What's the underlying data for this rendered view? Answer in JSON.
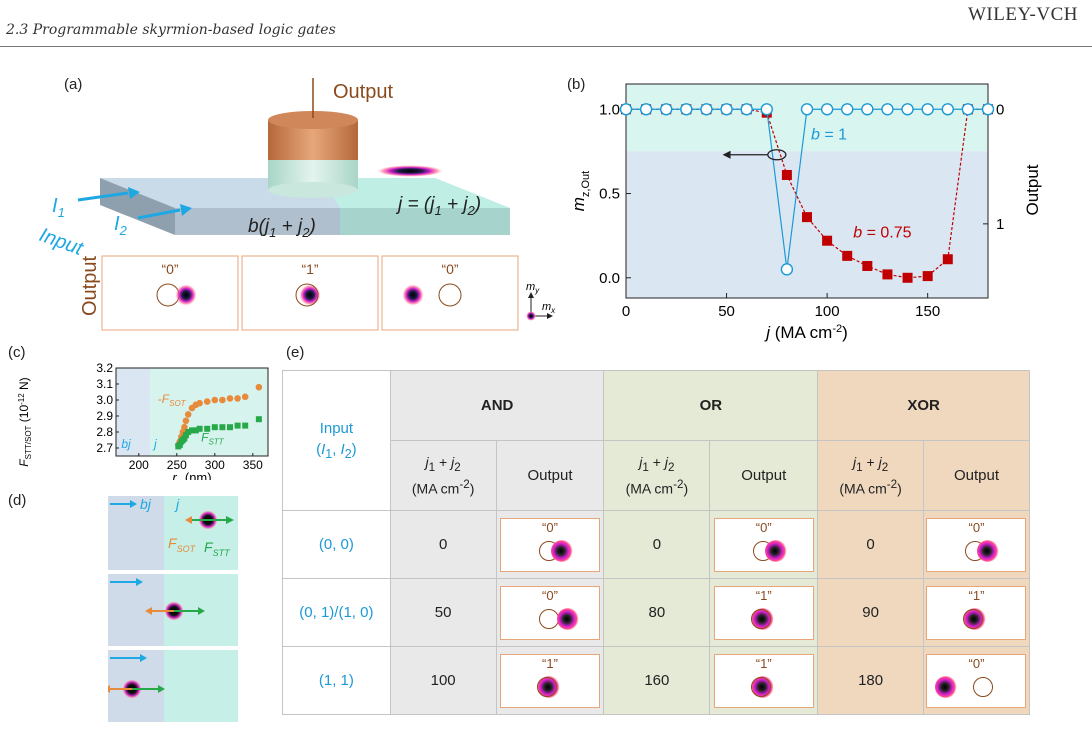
{
  "header": {
    "section": "2.3  Programmable skyrmion-based logic gates",
    "publisher": "WILEY-VCH"
  },
  "panel_a": {
    "label": "(a)",
    "output_top": "Output",
    "I1": "I",
    "I1_sub": "1",
    "I2": "I",
    "I2_sub": "2",
    "input": "Input",
    "b_region": "b(j",
    "j_region": "j = (j",
    "output_side": "Output",
    "states": [
      "“0”",
      "“1”",
      "“0”"
    ],
    "my": "m",
    "my_sub": "y",
    "mx": "m",
    "mx_sub": "x"
  },
  "panel_b": {
    "label": "(b)",
    "b1_label": "b = 1",
    "b075_label": "b = 0.75"
  },
  "panel_c": {
    "label": "(c)",
    "fsot": "-F",
    "fsot_sub": "SOT",
    "fstt": "F",
    "fstt_sub": "STT",
    "bj": "bj",
    "j": "j"
  },
  "panel_d": {
    "label": "(d)",
    "bj": "bj",
    "j": "j",
    "fsot": "F",
    "fsot_sub": "SOT",
    "fstt": "F",
    "fstt_sub": "STT"
  },
  "panel_e": {
    "label": "(e)",
    "input_header": "Input",
    "input_header2": "(I1, I2)",
    "gates": [
      "AND",
      "OR",
      "XOR"
    ],
    "sub_j": "j1 + j2",
    "sub_unit": "(MA cm-2)",
    "sub_output": "Output",
    "rows": [
      {
        "input": "(0, 0)",
        "and_j": "0",
        "and_out": "“0”",
        "or_j": "0",
        "or_out": "“0”",
        "xor_j": "0",
        "xor_out": "“0”"
      },
      {
        "input": "(0, 1)/(1, 0)",
        "and_j": "50",
        "and_out": "“0”",
        "or_j": "80",
        "or_out": "“1”",
        "xor_j": "90",
        "xor_out": "“1”"
      },
      {
        "input": "(1, 1)",
        "and_j": "100",
        "and_out": "“1”",
        "or_j": "160",
        "or_out": "“1”",
        "xor_j": "180",
        "xor_out": "“0”"
      }
    ]
  },
  "chart_data": [
    {
      "type": "line",
      "panel": "(b)",
      "xlabel": "j (MA cm-2)",
      "ylabel": "m z,Out",
      "ylabel_right": "Output",
      "xlim": [
        0,
        180
      ],
      "ylim": [
        -0.12,
        1.15
      ],
      "xticks": [
        0,
        50,
        100,
        150
      ],
      "yticks": [
        0.0,
        0.5,
        1.0
      ],
      "yticks_right": [
        "0",
        "1"
      ],
      "shaded_regions": [
        {
          "from": 0.75,
          "to": 1.15,
          "color": "#d9f5f0"
        },
        {
          "from": -0.12,
          "to": 0.75,
          "color": "#dbe6f3"
        }
      ],
      "series": [
        {
          "name": "b = 0.75",
          "color": "#c00000",
          "marker": "square",
          "x": [
            0,
            10,
            20,
            30,
            40,
            50,
            60,
            70,
            80,
            90,
            100,
            110,
            120,
            130,
            140,
            150,
            160,
            170,
            180
          ],
          "y": [
            1.0,
            1.0,
            1.0,
            1.0,
            1.0,
            1.0,
            1.0,
            0.98,
            0.61,
            0.36,
            0.22,
            0.13,
            0.07,
            0.02,
            0.0,
            0.01,
            0.11,
            1.0,
            1.0
          ]
        },
        {
          "name": "b = 1",
          "color": "#1b9ad6",
          "marker": "circle-open",
          "x": [
            0,
            10,
            20,
            30,
            40,
            50,
            60,
            70,
            80,
            90,
            100,
            110,
            120,
            130,
            140,
            150,
            160,
            170,
            180
          ],
          "y": [
            1.0,
            1.0,
            1.0,
            1.0,
            1.0,
            1.0,
            1.0,
            1.0,
            0.05,
            1.0,
            1.0,
            1.0,
            1.0,
            1.0,
            1.0,
            1.0,
            1.0,
            1.0,
            1.0
          ]
        }
      ]
    },
    {
      "type": "scatter",
      "panel": "(c)",
      "xlabel": "r c (nm)",
      "ylabel": "F STT/SOT (10-12 N)",
      "xlim": [
        170,
        370
      ],
      "ylim": [
        2.65,
        3.2
      ],
      "xticks": [
        200,
        250,
        300,
        350
      ],
      "yticks": [
        2.7,
        2.8,
        2.9,
        3.0,
        3.1,
        3.2
      ],
      "series": [
        {
          "name": "-F SOT",
          "color": "#e88a3c",
          "marker": "circle",
          "x": [
            252,
            254,
            256,
            258,
            260,
            262,
            265,
            270,
            275,
            280,
            290,
            300,
            310,
            320,
            330,
            340,
            358
          ],
          "y": [
            2.72,
            2.74,
            2.77,
            2.8,
            2.83,
            2.87,
            2.91,
            2.95,
            2.97,
            2.98,
            2.99,
            3.0,
            3.0,
            3.01,
            3.01,
            3.02,
            3.08
          ]
        },
        {
          "name": "F STT",
          "color": "#27a94a",
          "marker": "square",
          "x": [
            252,
            254,
            256,
            258,
            260,
            262,
            265,
            270,
            275,
            280,
            290,
            300,
            310,
            320,
            330,
            340,
            358
          ],
          "y": [
            2.71,
            2.72,
            2.74,
            2.75,
            2.76,
            2.78,
            2.8,
            2.81,
            2.81,
            2.82,
            2.82,
            2.83,
            2.83,
            2.83,
            2.84,
            2.84,
            2.88
          ]
        }
      ]
    }
  ]
}
